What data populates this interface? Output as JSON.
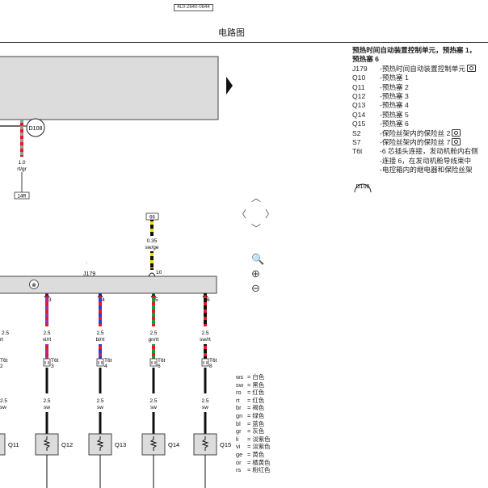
{
  "header": {
    "code": "4L0-2640-0644",
    "title": "电路图"
  },
  "diagram": {
    "wire_top": {
      "size": "1.0",
      "color": "rt/gr",
      "terminal": "14R"
    },
    "connector_d108": "D108",
    "fuse_top": {
      "label": "66",
      "size": "0.35",
      "color": "sw/ge"
    },
    "pin_j179_10": "10",
    "j179_label": "J179",
    "channels": [
      {
        "pin": "3",
        "size": "2.5",
        "color": "vi/rt",
        "t6": "T6t",
        "t6pin": "3",
        "out_size": "2.5",
        "out_color": "sw",
        "q": "Q11"
      },
      {
        "pin": "4",
        "size": "2.5",
        "color": "bl/rt",
        "t6": "T6t",
        "t6pin": "4",
        "out_size": "2.5",
        "out_color": "sw",
        "q": "Q12"
      },
      {
        "pin": "5",
        "size": "2.5",
        "color": "gn/rt",
        "t6": "T6t",
        "t6pin": "6",
        "out_size": "2.5",
        "out_color": "sw",
        "q": "Q13"
      },
      {
        "pin": "6",
        "size": "2.5",
        "color": "sw/rt",
        "t6": "T6t",
        "t6pin": "8",
        "out_size": "2.5",
        "out_color": "sw",
        "q": "Q14"
      }
    ],
    "left_partial": {
      "size": "2.5",
      "color": "rt",
      "t6": "T6t",
      "t6pin": "2",
      "out_size": "2.5",
      "out_color": "sw"
    },
    "q15": "Q15"
  },
  "legend": {
    "heading_line1": "预热时间自动装置控制单元，预热塞 1，",
    "heading_line2": "预热塞 6",
    "items": [
      {
        "code": "J179",
        "desc": "-预热时间自动装置控制单元",
        "cam": true
      },
      {
        "code": "Q10",
        "desc": "-预热塞 1",
        "cam": false
      },
      {
        "code": "Q11",
        "desc": "-预热塞 2",
        "cam": false
      },
      {
        "code": "Q12",
        "desc": "-预热塞 3",
        "cam": false
      },
      {
        "code": "Q13",
        "desc": "-预热塞 4",
        "cam": false
      },
      {
        "code": "Q14",
        "desc": "-预热塞 5",
        "cam": false
      },
      {
        "code": "Q15",
        "desc": "-预热塞 6",
        "cam": false
      },
      {
        "code": "S2",
        "desc": "-保险丝架内的保险丝 2",
        "cam": true
      },
      {
        "code": "S7",
        "desc": "-保险丝架内的保险丝 7",
        "cam": true
      },
      {
        "code": "T6t",
        "desc": "-6 芯插头连接，发动机舱内右侧",
        "cam": false
      },
      {
        "code": "",
        "desc": "-连接 6，在发动机舱导线束中",
        "cam": false
      },
      {
        "code": "",
        "desc": "-电控箱内的继电器和保险丝架",
        "cam": false
      }
    ],
    "d108_label": "D108"
  },
  "wire_colors": [
    {
      "abbr": "ws",
      "name": "白色"
    },
    {
      "abbr": "sw",
      "name": "黑色"
    },
    {
      "abbr": "ro",
      "name": "红色"
    },
    {
      "abbr": "rt",
      "name": "红色"
    },
    {
      "abbr": "br",
      "name": "褐色"
    },
    {
      "abbr": "gn",
      "name": "绿色"
    },
    {
      "abbr": "bl",
      "name": "蓝色"
    },
    {
      "abbr": "gr",
      "name": "灰色"
    },
    {
      "abbr": "li",
      "name": "淡紫色"
    },
    {
      "abbr": "vi",
      "name": "淡紫色"
    },
    {
      "abbr": "ge",
      "name": "黄色"
    },
    {
      "abbr": "or",
      "name": "橘黄色"
    },
    {
      "abbr": "rs",
      "name": "粉红色"
    }
  ],
  "palette": {
    "red": "#e31b23",
    "gray": "#9a9a9a",
    "violet": "#9b2fae",
    "blue": "#2442d8",
    "green": "#1f9a3b",
    "yellow": "#f2d600",
    "black": "#111111",
    "box_fill": "#dcdcdc"
  }
}
